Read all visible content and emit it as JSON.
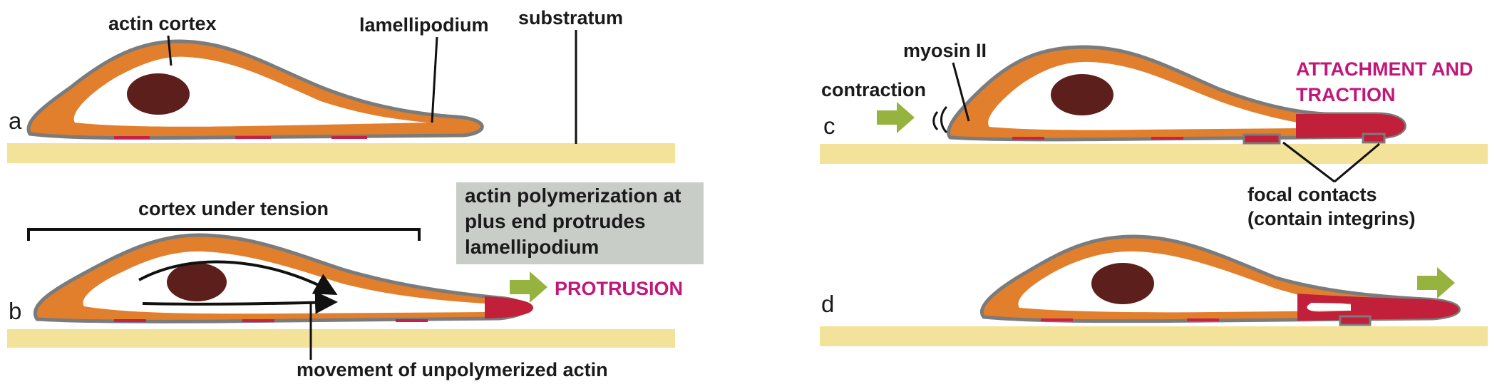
{
  "colors": {
    "substratum": "#f3e29a",
    "cortex": "#e27f2c",
    "membrane": "#7b7b7b",
    "nucleus": "#5c1f1b",
    "polymer": "#c11f3a",
    "contact": "#c2234a",
    "arrow": "#96b23f",
    "box": "#c8cdc8",
    "highlight": "#c0187a"
  },
  "panels": {
    "a": {
      "letter": "a",
      "labels": {
        "actin_cortex": "actin cortex",
        "lamellipodium": "lamellipodium",
        "substratum": "substratum"
      }
    },
    "b": {
      "letter": "b",
      "labels": {
        "cortex_tension": "cortex under tension",
        "box_lines": [
          "actin polymerization at",
          "plus end protrudes",
          "lamellipodium"
        ],
        "protrusion": "PROTRUSION",
        "movement": "movement of unpolymerized actin"
      }
    },
    "c": {
      "letter": "c",
      "labels": {
        "myosin": "myosin II",
        "contraction": "contraction",
        "attachment_lines": [
          "ATTACHMENT AND",
          "TRACTION"
        ],
        "focal_lines": [
          "focal contacts",
          "(contain integrins)"
        ]
      }
    },
    "d": {
      "letter": "d"
    }
  }
}
